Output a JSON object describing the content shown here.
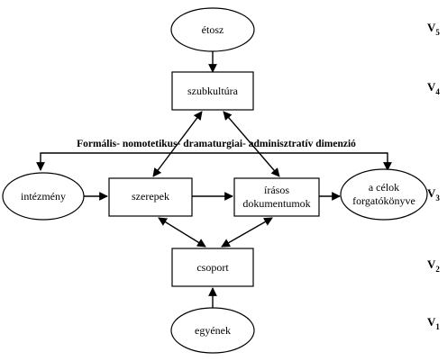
{
  "nodes": {
    "etosz": "étosz",
    "szubkultura": "szubkultúra",
    "intezmeny": "intézmény",
    "szerepek": "szerepek",
    "irasos_line1": "írásos",
    "irasos_line2": "dokumentumok",
    "celok_line1": "a célok",
    "celok_line2": "forgatókönyve",
    "csoport": "csoport",
    "egyenek": "egyének"
  },
  "dimension_label": "Formális- nomotetikus- dramaturgiai- adminisztratív dimenzió",
  "levels": [
    {
      "letter": "V",
      "sub": "5"
    },
    {
      "letter": "V",
      "sub": "4"
    },
    {
      "letter": "V",
      "sub": "3"
    },
    {
      "letter": "V",
      "sub": "2"
    },
    {
      "letter": "V",
      "sub": "1"
    }
  ]
}
